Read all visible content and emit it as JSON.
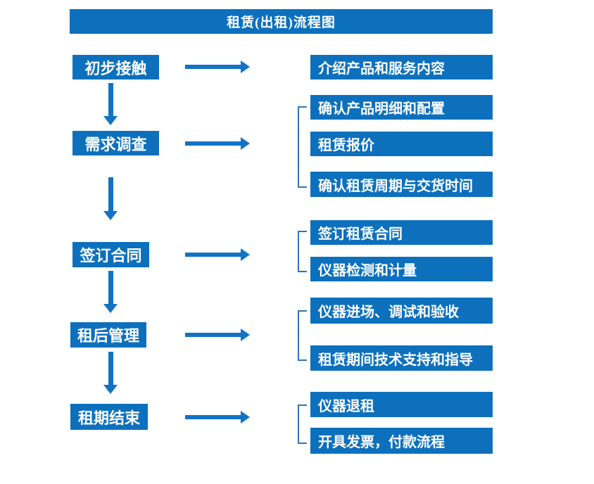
{
  "header": {
    "title": "租赁(出租)流程图"
  },
  "colors": {
    "box_fill": "#0d70bd",
    "arrow": "#1173c4",
    "bracket": "#2e75b6",
    "box_text": "#ffffff",
    "background": "#ffffff"
  },
  "flow": {
    "steps": [
      {
        "label": "初步接触",
        "details": [
          "介绍产品和服务内容"
        ]
      },
      {
        "label": "需求调查",
        "details": [
          "确认产品明细和配置",
          "租赁报价",
          "确认租赁周期与交货时间"
        ]
      },
      {
        "label": "签订合同",
        "details": [
          "签订租赁合同",
          "仪器检测和计量"
        ]
      },
      {
        "label": "租后管理",
        "details": [
          "仪器进场、调试和验收",
          "租赁期间技术支持和指导"
        ]
      },
      {
        "label": "租期结束",
        "details": [
          "仪器退租",
          "开具发票，付款流程"
        ]
      }
    ]
  }
}
